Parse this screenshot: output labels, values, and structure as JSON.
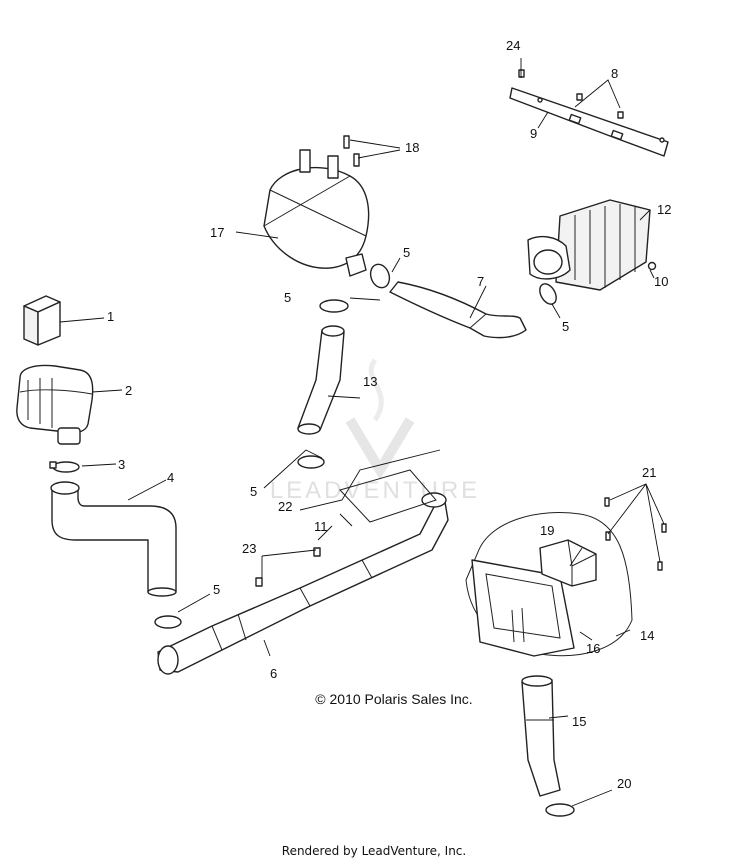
{
  "diagram": {
    "copyright": "© 2010 Polaris Sales Inc.",
    "rendered_by": "Rendered by LeadVenture, Inc.",
    "watermark": "LEADVENTURE",
    "callouts": {
      "c1": "1",
      "c2": "2",
      "c3": "3",
      "c4": "4",
      "c5a": "5",
      "c5b": "5",
      "c5c": "5",
      "c5d": "5",
      "c5e": "5",
      "c6": "6",
      "c7": "7",
      "c8": "8",
      "c9": "9",
      "c10": "10",
      "c11": "11",
      "c12": "12",
      "c13": "13",
      "c14": "14",
      "c15": "15",
      "c16": "16",
      "c17": "17",
      "c18": "18",
      "c19": "19",
      "c20": "20",
      "c21": "21",
      "c22": "22",
      "c23": "23",
      "c24": "24"
    }
  }
}
